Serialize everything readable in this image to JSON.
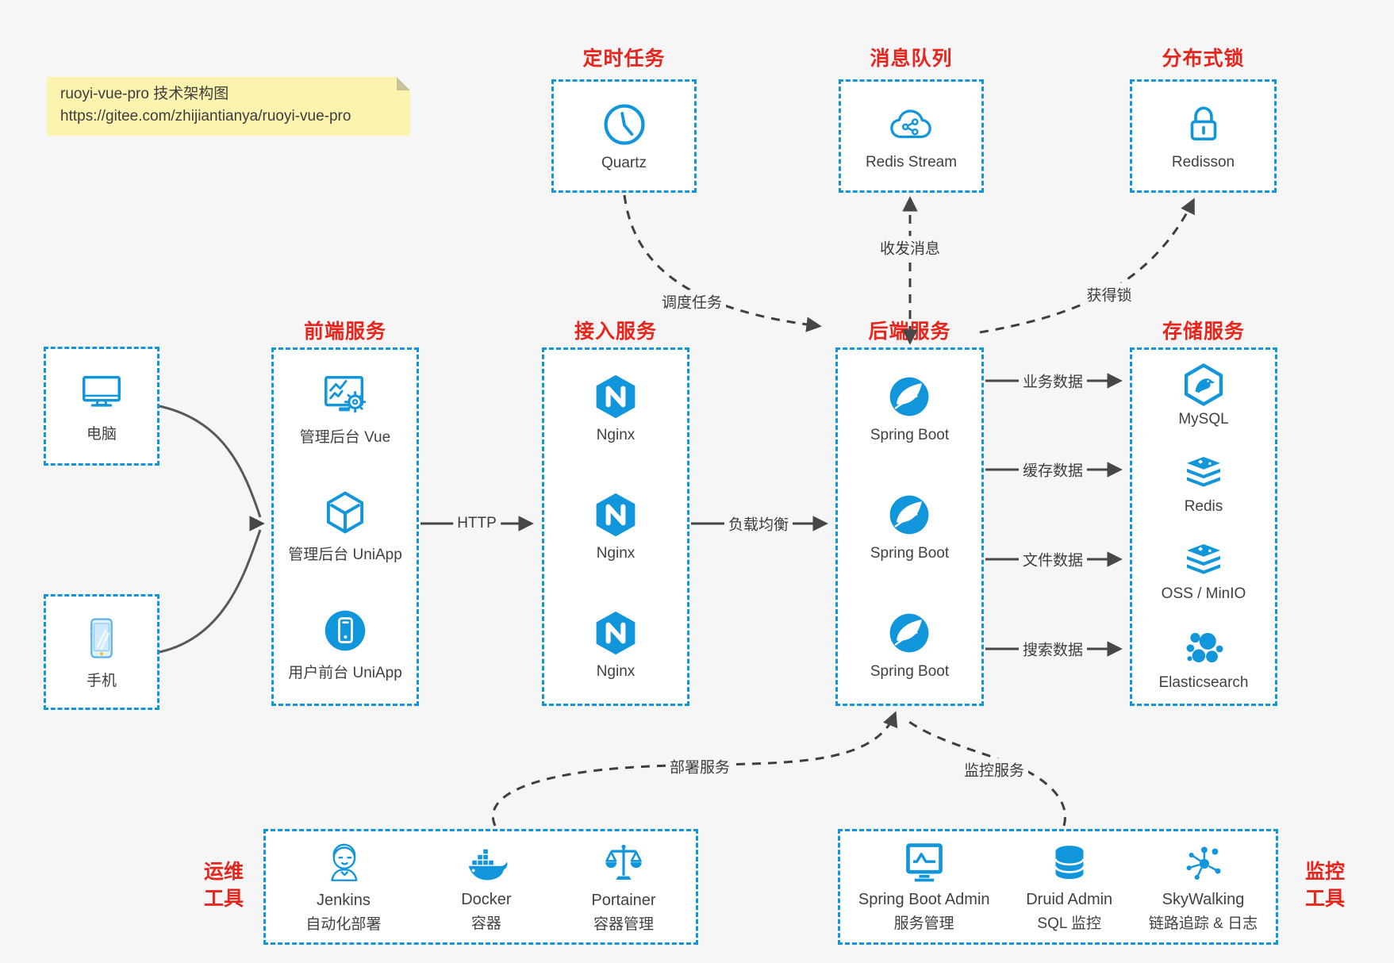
{
  "note": {
    "line1": "ruoyi-vue-pro 技术架构图",
    "line2": "https://gitee.com/zhijiantianya/ruoyi-vue-pro"
  },
  "colors": {
    "accent_blue": "#1296db",
    "title_red": "#e7251d",
    "arrow_gray": "#4a4a4a",
    "note_yellow": "#fbf3ae"
  },
  "top_groups": [
    {
      "title": "定时任务",
      "items": [
        {
          "label": "Quartz",
          "icon": "clock-icon"
        }
      ]
    },
    {
      "title": "消息队列",
      "items": [
        {
          "label": "Redis Stream",
          "icon": "cloud-share-icon"
        }
      ]
    },
    {
      "title": "分布式锁",
      "items": [
        {
          "label": "Redisson",
          "icon": "lock-icon"
        }
      ]
    }
  ],
  "clients": [
    {
      "label": "电脑",
      "icon": "desktop-icon"
    },
    {
      "label": "手机",
      "icon": "smartphone-icon"
    }
  ],
  "service_groups": [
    {
      "title": "前端服务",
      "items": [
        "管理后台 Vue",
        "管理后台 UniApp",
        "用户前台 UniApp"
      ]
    },
    {
      "title": "接入服务",
      "items": [
        "Nginx",
        "Nginx",
        "Nginx"
      ]
    },
    {
      "title": "后端服务",
      "items": [
        "Spring Boot",
        "Spring Boot",
        "Spring Boot"
      ]
    },
    {
      "title": "存储服务",
      "items": [
        "MySQL",
        "Redis",
        "OSS / MinIO",
        "Elasticsearch"
      ]
    }
  ],
  "bottom_groups": [
    {
      "title_lines": [
        "运维",
        "工具"
      ],
      "items": [
        {
          "name": "Jenkins",
          "desc": "自动化部署"
        },
        {
          "name": "Docker",
          "desc": "容器"
        },
        {
          "name": "Portainer",
          "desc": "容器管理"
        }
      ]
    },
    {
      "title_lines": [
        "监控",
        "工具"
      ],
      "items": [
        {
          "name": "Spring Boot Admin",
          "desc": "服务管理"
        },
        {
          "name": "Druid Admin",
          "desc": "SQL 监控"
        },
        {
          "name": "SkyWalking",
          "desc": "链路追踪 & 日志"
        }
      ]
    }
  ],
  "edge_labels": {
    "http": "HTTP",
    "load_balance": "负载均衡",
    "schedule": "调度任务",
    "message": "收发消息",
    "lock": "获得锁",
    "business_data": "业务数据",
    "cache_data": "缓存数据",
    "file_data": "文件数据",
    "search_data": "搜索数据",
    "deploy": "部署服务",
    "monitor": "监控服务"
  }
}
